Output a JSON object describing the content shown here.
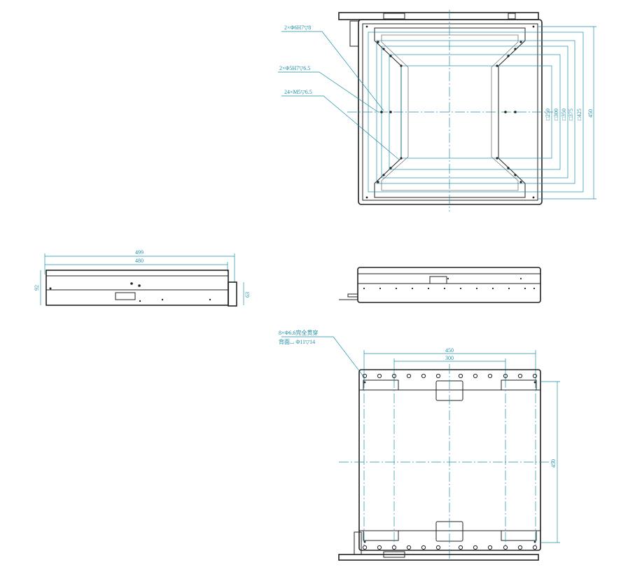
{
  "top_view": {
    "callouts": [
      "2×Φ6H7▽8",
      "2×Φ5H7▽6.5",
      "24×M5▽6.5"
    ],
    "dims": [
      "□250",
      "□300",
      "□350",
      "□375",
      "□425",
      "450"
    ]
  },
  "front_view": {
    "dims": [
      "499",
      "480",
      "92",
      "63"
    ]
  },
  "bottom_view": {
    "callouts": [
      "8×Φ6.6完全贯穿",
      "背面⌴ Φ11▽14"
    ],
    "dims": [
      "450",
      "300",
      "450"
    ]
  }
}
